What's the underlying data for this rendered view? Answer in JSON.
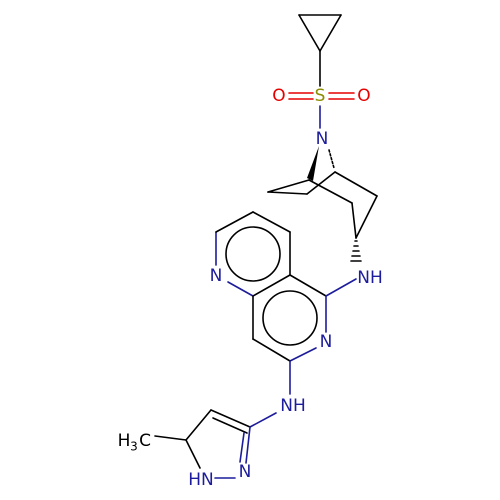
{
  "molecule": {
    "atoms": {
      "o_left": "O",
      "s_sulfonyl": "S",
      "o_right": "O",
      "n_bridge": "N",
      "nh_amine": "NH",
      "n_pyridine_left": "N",
      "n_pyridine_mid": "N",
      "nh_linker": "NH",
      "n_pyrazole": "N",
      "nh_pyrazole": "HN",
      "methyl_h": "H",
      "methyl_sub": "3",
      "methyl_c": "C"
    }
  },
  "colors": {
    "nitrogen": "#1c1c9c",
    "oxygen": "#e60000",
    "sulfur": "#8c8c00",
    "carbon": "#000000"
  }
}
